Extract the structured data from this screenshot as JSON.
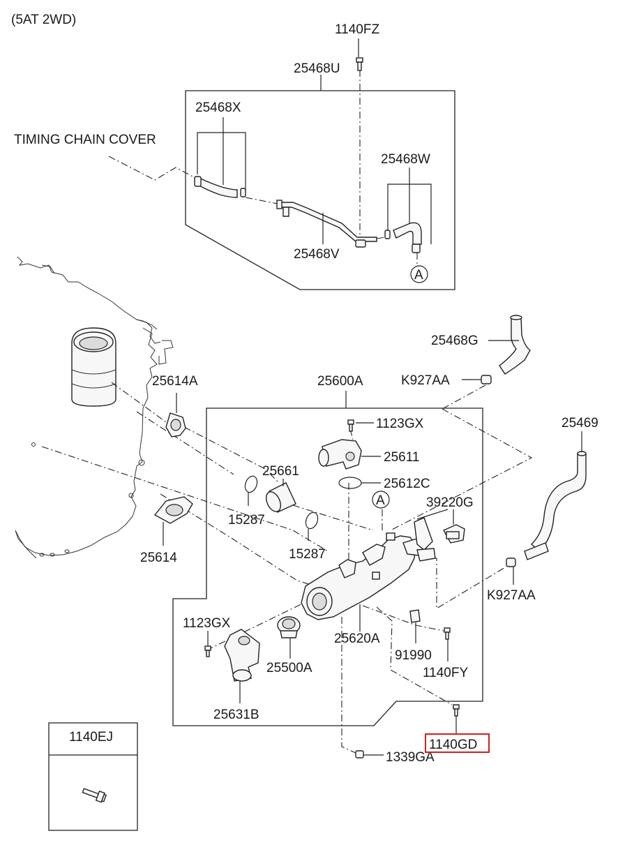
{
  "header": {
    "variant": "(5AT 2WD)"
  },
  "labels": {
    "1140FZ": "1140FZ",
    "25468U": "25468U",
    "25468X": "25468X",
    "timing_chain_cover": "TIMING CHAIN COVER",
    "25468W": "25468W",
    "25468V": "25468V",
    "ref_a_top": "A",
    "25468G": "25468G",
    "K927AA_top": "K927AA",
    "25614A": "25614A",
    "25600A": "25600A",
    "25469": "25469",
    "1123GX_top": "1123GX",
    "25611": "25611",
    "25661": "25661",
    "25612C": "25612C",
    "ref_a_mid": "A",
    "39220G": "39220G",
    "15287_left": "15287",
    "15287_right": "15287",
    "25614": "25614",
    "K927AA_bottom": "K927AA",
    "1123GX_bottom": "1123GX",
    "25620A": "25620A",
    "91990": "91990",
    "25500A": "25500A",
    "1140FY": "1140FY",
    "25631B": "25631B",
    "1140GD": "1140GD",
    "1339GA": "1339GA"
  },
  "inset": {
    "title": "1140EJ"
  },
  "highlight": {
    "part": "1140GD",
    "color": "#d21f1f"
  }
}
